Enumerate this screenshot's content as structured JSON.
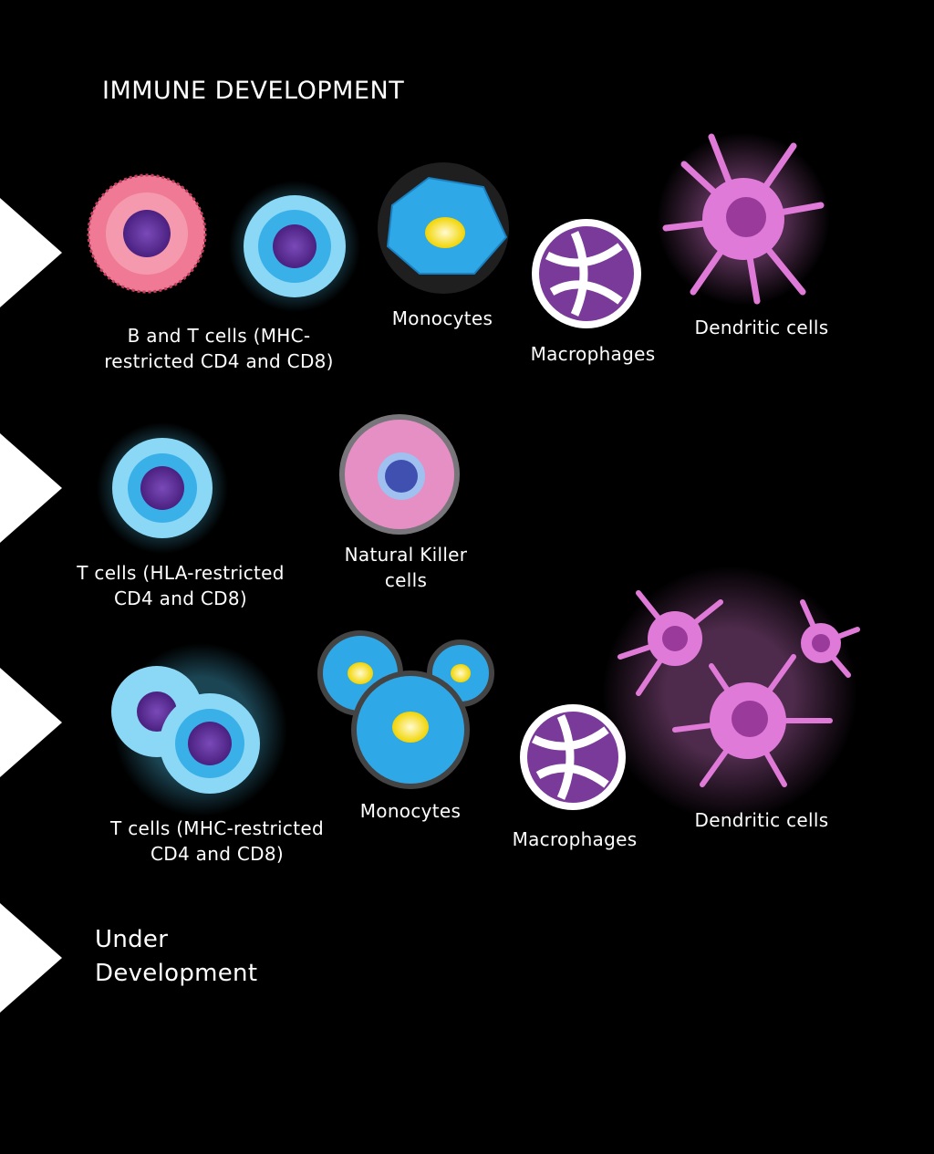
{
  "title": "IMMUNE DEVELOPMENT",
  "rows": [
    {
      "labels": [
        "B and T cells (MHC-\nrestricted CD4 and CD8)",
        "Monocytes",
        "Macrophages",
        "Dendritic cells"
      ]
    },
    {
      "labels": [
        "T cells (HLA-restricted\nCD4 and CD8)",
        "Natural Killer\ncells"
      ]
    },
    {
      "labels": [
        "T cells (MHC-restricted\nCD4 and CD8)",
        "Monocytes",
        "Macrophages",
        "Dendritic cells"
      ]
    },
    {
      "labels": [
        "Under\nDevelopment"
      ]
    }
  ],
  "colors": {
    "background": "#000000",
    "arrow": "#ffffff",
    "b_cell": "#f07a95",
    "t_cell": "#4fc6f0",
    "monocyte": "#2fa8e8",
    "macrophage": "#7a3a9a",
    "dendritic": "#e07ad8"
  }
}
